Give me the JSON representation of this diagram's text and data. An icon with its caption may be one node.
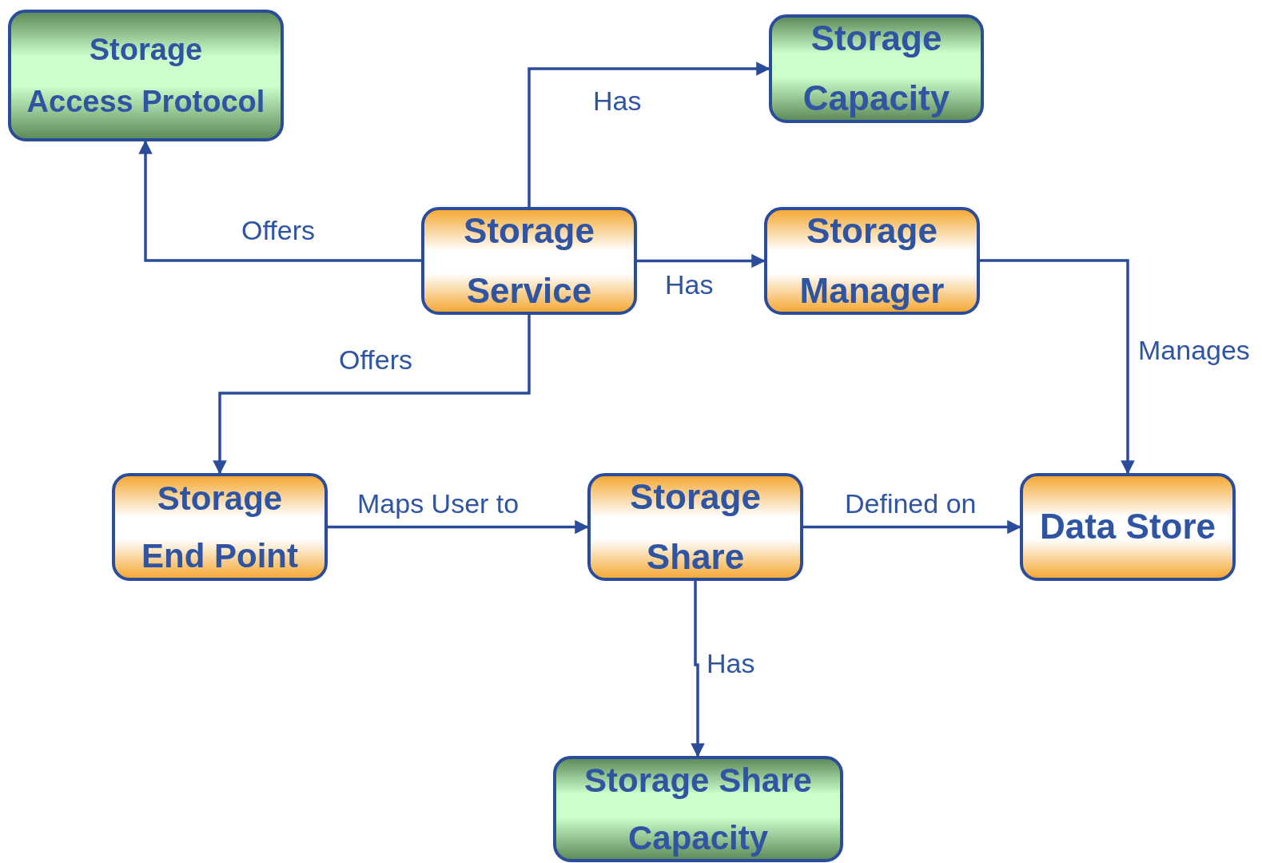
{
  "diagram": {
    "nodes": [
      {
        "text": [
          "Storage Access Protocol"
        ]
      },
      {
        "text": [
          "Storage Capacity"
        ]
      },
      {
        "text": [
          "Storage Service"
        ]
      },
      {
        "text": [
          "Storage Manager"
        ]
      },
      {
        "text": [
          "Storage End Point"
        ]
      },
      {
        "text": [
          "Storage Share"
        ]
      },
      {
        "text": [
          "Data Store"
        ]
      },
      {
        "text": [
          "Storage Share Capacity"
        ]
      }
    ],
    "edges": [
      {
        "from": 2,
        "to": 0,
        "arrow": "to",
        "label": "Offers"
      },
      {
        "from": 2,
        "to": 1,
        "arrow": "to",
        "label": "Has"
      },
      {
        "from": 2,
        "to": 3,
        "arrow": "to",
        "label": "Has"
      },
      {
        "from": 3,
        "to": 6,
        "arrow": "to",
        "label": "Manages"
      },
      {
        "from": 2,
        "to": 4,
        "arrow": "to",
        "label": "Offers"
      },
      {
        "from": 4,
        "to": 5,
        "arrow": "to",
        "label": "Maps User to"
      },
      {
        "from": 5,
        "to": 6,
        "arrow": "to",
        "label": "Defined on"
      },
      {
        "from": 5,
        "to": 7,
        "arrow": "to",
        "label": "Has"
      }
    ]
  }
}
